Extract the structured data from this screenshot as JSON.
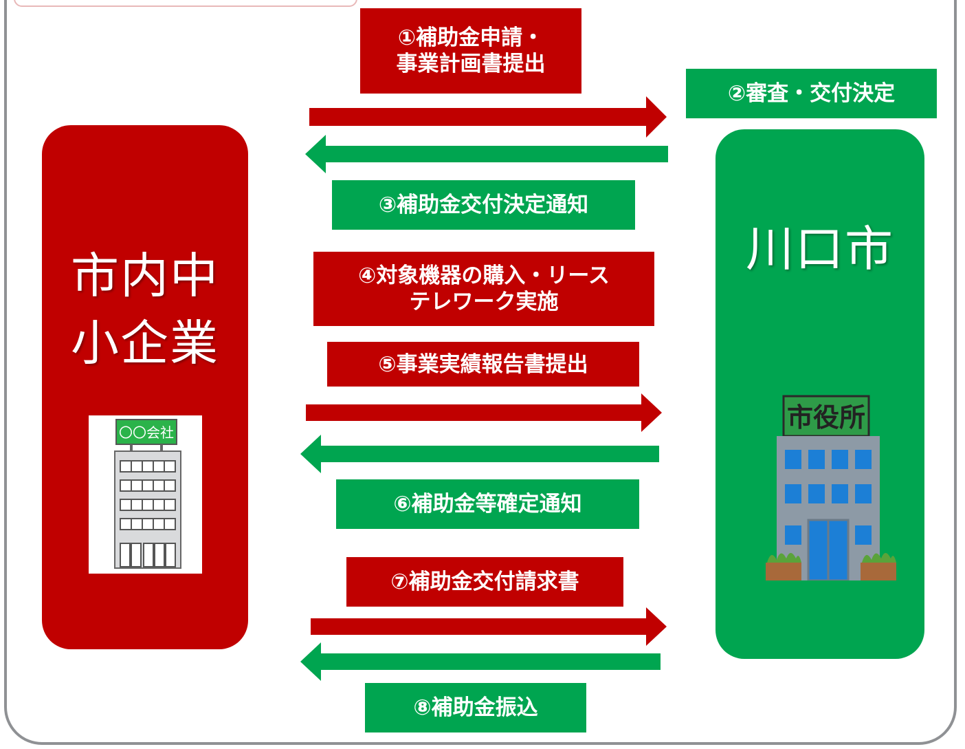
{
  "company": {
    "name": "市内中\n小企業",
    "sign": "〇〇会社",
    "color": "#c00000"
  },
  "city": {
    "name": "川口市",
    "sign": "市役所",
    "color": "#00a550"
  },
  "steps": [
    {
      "label": "①補助金申請・\n事業計画書提出",
      "direction": "to-city"
    },
    {
      "label": "②審査・交付決定",
      "direction": "city"
    },
    {
      "label": "③補助金交付決定通知",
      "direction": "to-company"
    },
    {
      "label": "④対象機器の購入・リース\nテレワーク実施",
      "direction": "company"
    },
    {
      "label": "⑤事業実績報告書提出",
      "direction": "to-city"
    },
    {
      "label": "⑥補助金等確定通知",
      "direction": "to-company"
    },
    {
      "label": "⑦補助金交付請求書",
      "direction": "to-city"
    },
    {
      "label": "⑧補助金振込",
      "direction": "to-company"
    }
  ]
}
